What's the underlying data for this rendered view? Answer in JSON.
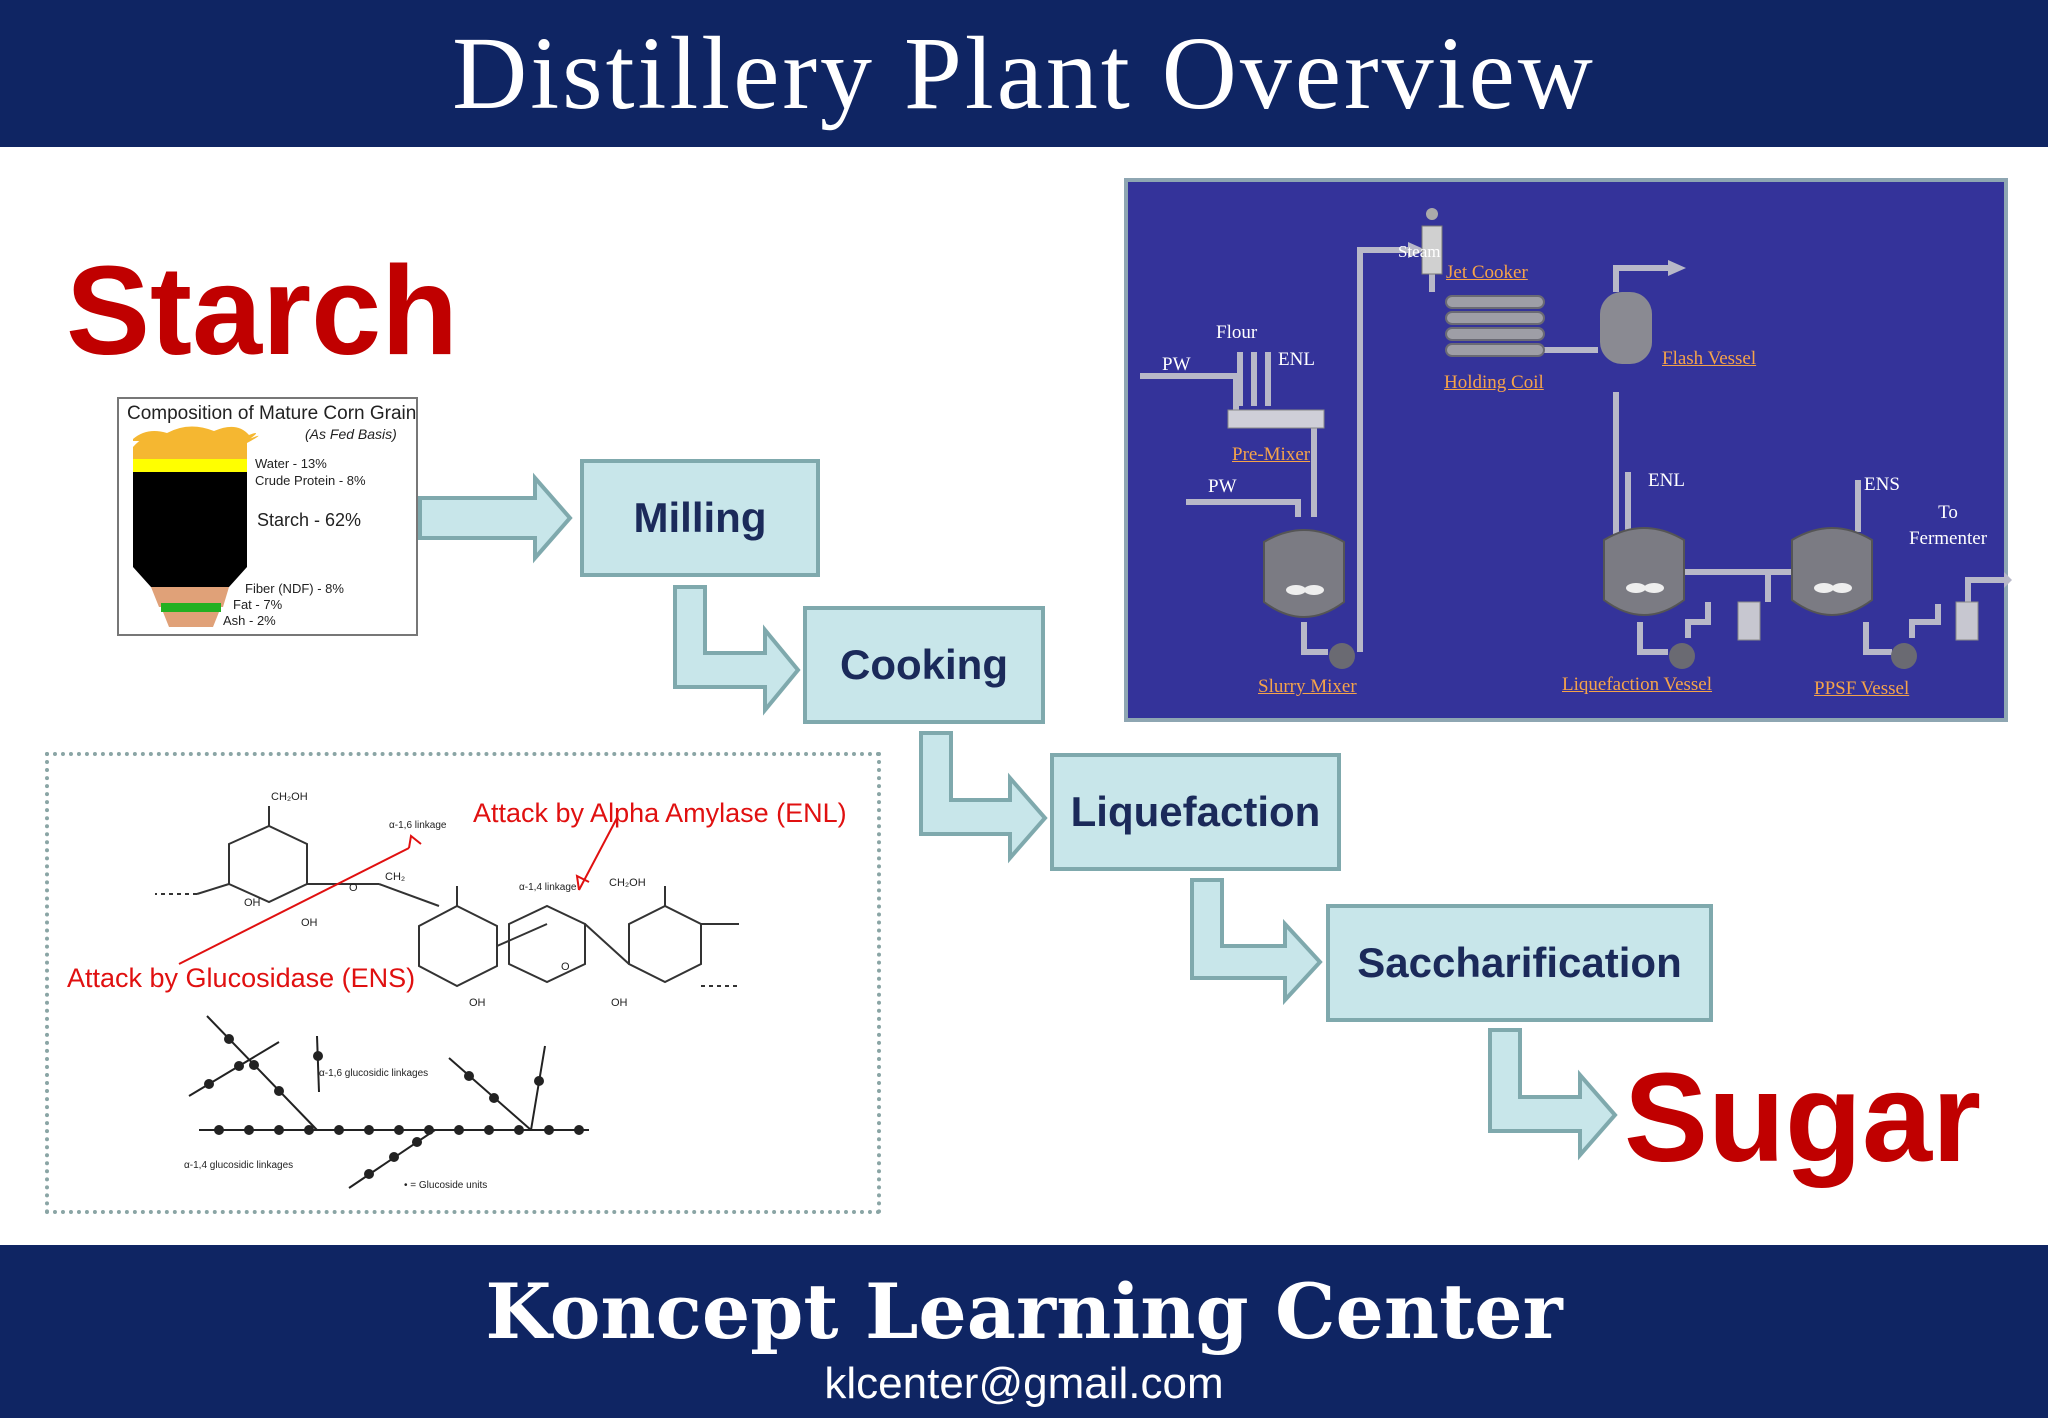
{
  "header": {
    "title": "Distillery Plant Overview"
  },
  "footer": {
    "organization": "Koncept Learning Center",
    "email": "klcenter@gmail.com"
  },
  "input_word": "Starch",
  "output_word": "Sugar",
  "steps": [
    "Milling",
    "Cooking",
    "Liquefaction",
    "Saccharification"
  ],
  "corn_composition": {
    "title": "Composition of Mature Corn Grain",
    "subtitle": "(As Fed Basis)",
    "items": {
      "water": "Water - 13%",
      "protein": "Crude Protein - 8%",
      "starch": "Starch - 62%",
      "fiber": "Fiber (NDF) - 8%",
      "fat": "Fat - 7%",
      "ash": "Ash - 2%"
    },
    "colors": {
      "water": "#f5b731",
      "protein": "#ffff00",
      "starch": "#000000",
      "fiber": "#e0a178",
      "fat": "#22b022",
      "ash": "#e0a178"
    }
  },
  "enzyme_diagram": {
    "attack_alpha": "Attack by Alpha Amylase (ENL)",
    "attack_gluco": "Attack by Glucosidase (ENS)",
    "labels": {
      "a16": "α-1,6 linkage",
      "a14": "α-1,4 linkage",
      "a16_branch": "α-1,6 glucosidic linkages",
      "a14_branch": "α-1,4 glucosidic linkages",
      "units": "• = Glucoside units",
      "ch2oh": "CH₂OH"
    }
  },
  "process_flow": {
    "steam": "Steam",
    "flour": "Flour",
    "pw1": "PW",
    "pw2": "PW",
    "enl1": "ENL",
    "enl2": "ENL",
    "ens": "ENS",
    "to_fermenter": "To Fermenter",
    "jet_cooker": "Jet Cooker",
    "holding_coil": "Holding Coil",
    "flash_vessel": "Flash Vessel",
    "pre_mixer": "Pre-Mixer",
    "slurry_mixer": "Slurry Mixer",
    "liquefaction_vessel": "Liquefaction Vessel",
    "ppsf_vessel": "PPSF Vessel"
  },
  "colors": {
    "banner": "#0f2563",
    "accent_red": "#c00000",
    "step_fill": "#c8e6ea",
    "panel": "#34339a",
    "link": "#f5a34a"
  }
}
